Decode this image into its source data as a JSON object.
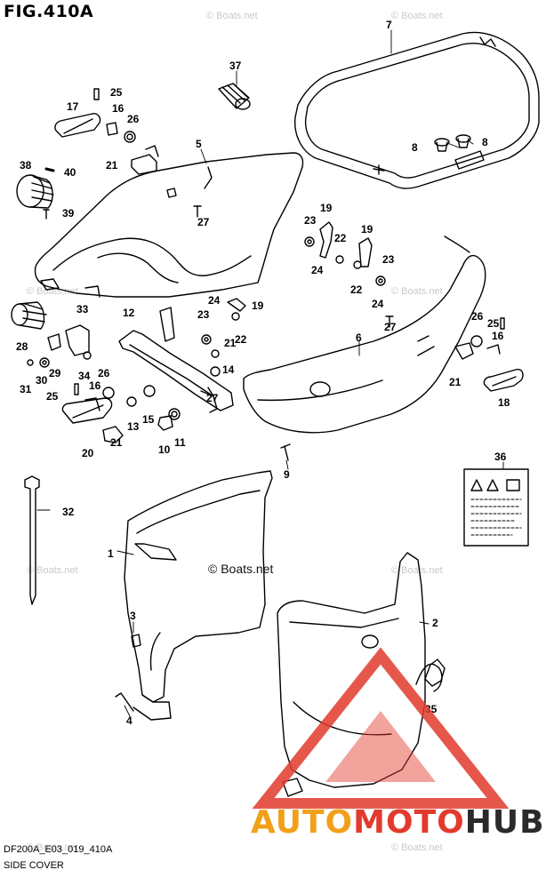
{
  "figure": {
    "title": "FIG.410A",
    "code": "DF200A_E03_019_410A",
    "name": "SIDE COVER"
  },
  "watermark": {
    "text": "© Boats.net",
    "logo": {
      "part1": "AUTO",
      "part2": "MOTO",
      "part3": "HUB"
    }
  },
  "callouts": [
    "1",
    "2",
    "3",
    "4",
    "5",
    "6",
    "7",
    "8",
    "8",
    "9",
    "10",
    "11",
    "12",
    "13",
    "14",
    "15",
    "16",
    "16",
    "16",
    "17",
    "18",
    "19",
    "19",
    "19",
    "20",
    "21",
    "21",
    "21",
    "21",
    "22",
    "22",
    "22",
    "23",
    "23",
    "23",
    "24",
    "24",
    "24",
    "25",
    "25",
    "25",
    "26",
    "26",
    "26",
    "27",
    "27",
    "27",
    "28",
    "29",
    "30",
    "31",
    "32",
    "33",
    "34",
    "35",
    "36",
    "37",
    "38",
    "39",
    "40"
  ],
  "colors": {
    "line": "#000000",
    "logo_red": "#e23a2c",
    "logo_orange": "#f2a01a"
  }
}
